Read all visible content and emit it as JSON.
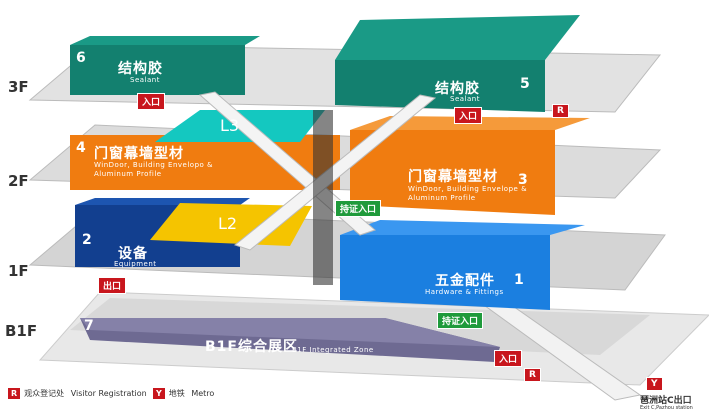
{
  "floors": [
    "3F",
    "2F",
    "1F",
    "B1F"
  ],
  "halls": [
    {
      "num": "6",
      "cn": "结构胶",
      "en": "Sealant",
      "color": "#13806f"
    },
    {
      "num": "5",
      "cn": "结构胶",
      "en": "Sealant",
      "color": "#13806f"
    },
    {
      "num": "4",
      "cn": "门窗幕墙型材",
      "en1": "WinDoor, Building Envelopo &",
      "en2": "Aluminum Profile",
      "color": "#f07c10"
    },
    {
      "num": "3",
      "cn": "门窗幕墙型材",
      "en1": "WinDoor, Building Envelope &",
      "en2": "Aluminum Profile",
      "color": "#f07c10"
    },
    {
      "num": "2",
      "cn": "设备",
      "en": "Equipment",
      "color": "#123f8f"
    },
    {
      "num": "1",
      "cn": "五金配件",
      "en": "Hardware & Fittings",
      "color": "#1b7fe0"
    },
    {
      "num": "7",
      "cn": "B1F综合展区",
      "en": "B1F Integrated Zone",
      "color": "#6e6a92"
    }
  ],
  "mezzanines": [
    {
      "label": "L3",
      "color": "#14c8c0"
    },
    {
      "label": "L2",
      "color": "#f5c400"
    }
  ],
  "tags": {
    "entrance": "入口",
    "exit": "出口",
    "badge_entrance": "持证入口",
    "registration": "R",
    "metro": "Y"
  },
  "legend": [
    {
      "icon": "R",
      "cn": "观众登记处",
      "en": "Visitor Registration"
    },
    {
      "icon": "Y",
      "cn": "地铁",
      "en": "Metro"
    }
  ],
  "metro_exit": {
    "cn": "琶洲站C出口",
    "en": "Exit C,Pazhou station"
  }
}
